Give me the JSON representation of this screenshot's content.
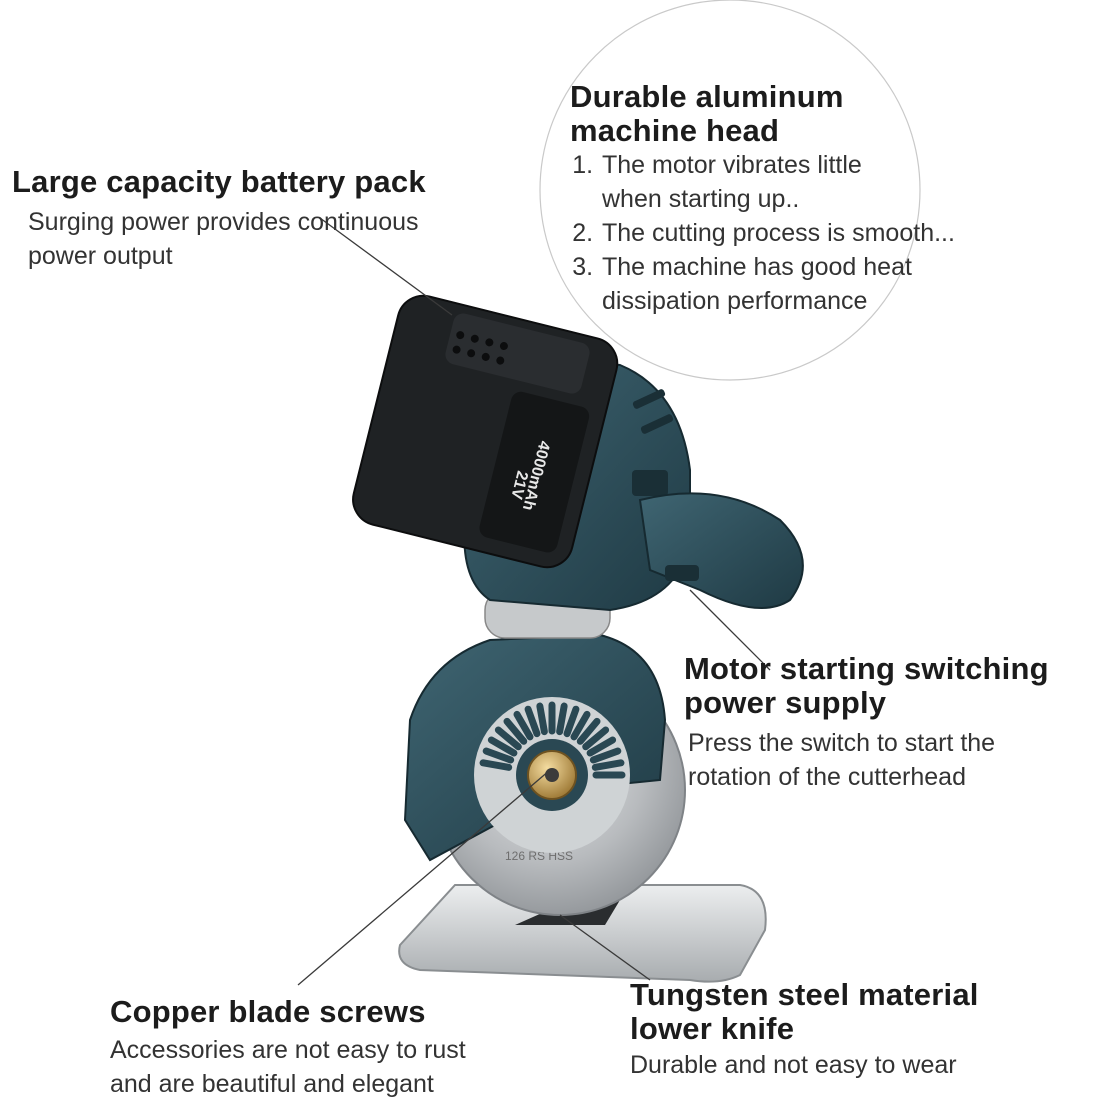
{
  "callouts": {
    "battery": {
      "title": "Large capacity battery pack",
      "lines": [
        "Surging power provides continuous",
        "power output"
      ]
    },
    "head": {
      "title_lines": [
        "Durable aluminum",
        "machine head"
      ],
      "items": [
        "The motor vibrates little when starting up..",
        "The cutting process is smooth...",
        "The machine has good heat dissipation performance"
      ]
    },
    "motor": {
      "title_lines": [
        "Motor starting switching",
        "power supply"
      ],
      "lines": [
        "Press the switch to start the",
        "rotation of the cutterhead"
      ]
    },
    "screws": {
      "title": "Copper blade screws",
      "lines": [
        "Accessories are not easy to rust",
        "and are beautiful and elegant"
      ]
    },
    "knife": {
      "title_lines": [
        "Tungsten steel material",
        "lower knife"
      ],
      "lines": [
        "Durable and not easy to wear"
      ]
    }
  },
  "product_markings": {
    "voltage": "21V",
    "capacity": "4000mAh",
    "blade": "126  RS HSS"
  },
  "colors": {
    "body_teal": "#2e4d58",
    "battery_black": "#1f2224",
    "blade_silver": "#b9bcbf",
    "screw_brass": "#c9a55a"
  }
}
